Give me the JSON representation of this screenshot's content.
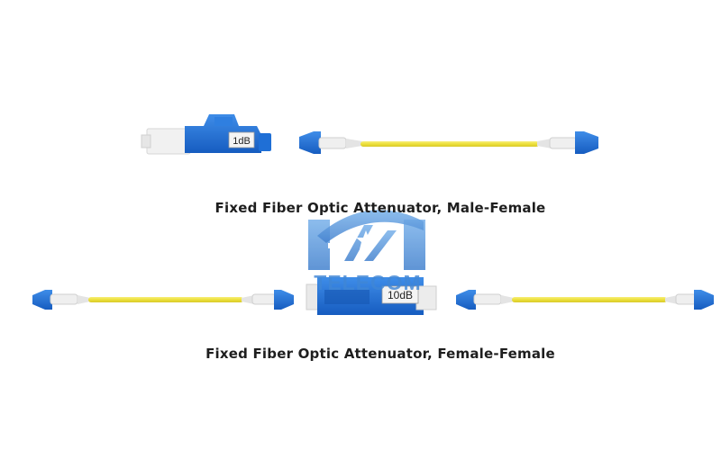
{
  "captions": {
    "male_female": "Fixed Fiber Optic Attenuator, Male-Female",
    "female_female": "Fixed Fiber Optic Attenuator, Female-Female"
  },
  "attenuators": {
    "male_female_label": "1dB",
    "female_female_label": "10dB"
  },
  "watermark": {
    "text": "TELECOM",
    "icon": "star-logo-icon"
  },
  "colors": {
    "connector_blue": "#1f6fd6",
    "cable_yellow": "#f2e64a",
    "boot_white": "#eeeeee",
    "watermark_blue": "#4a90d9"
  }
}
